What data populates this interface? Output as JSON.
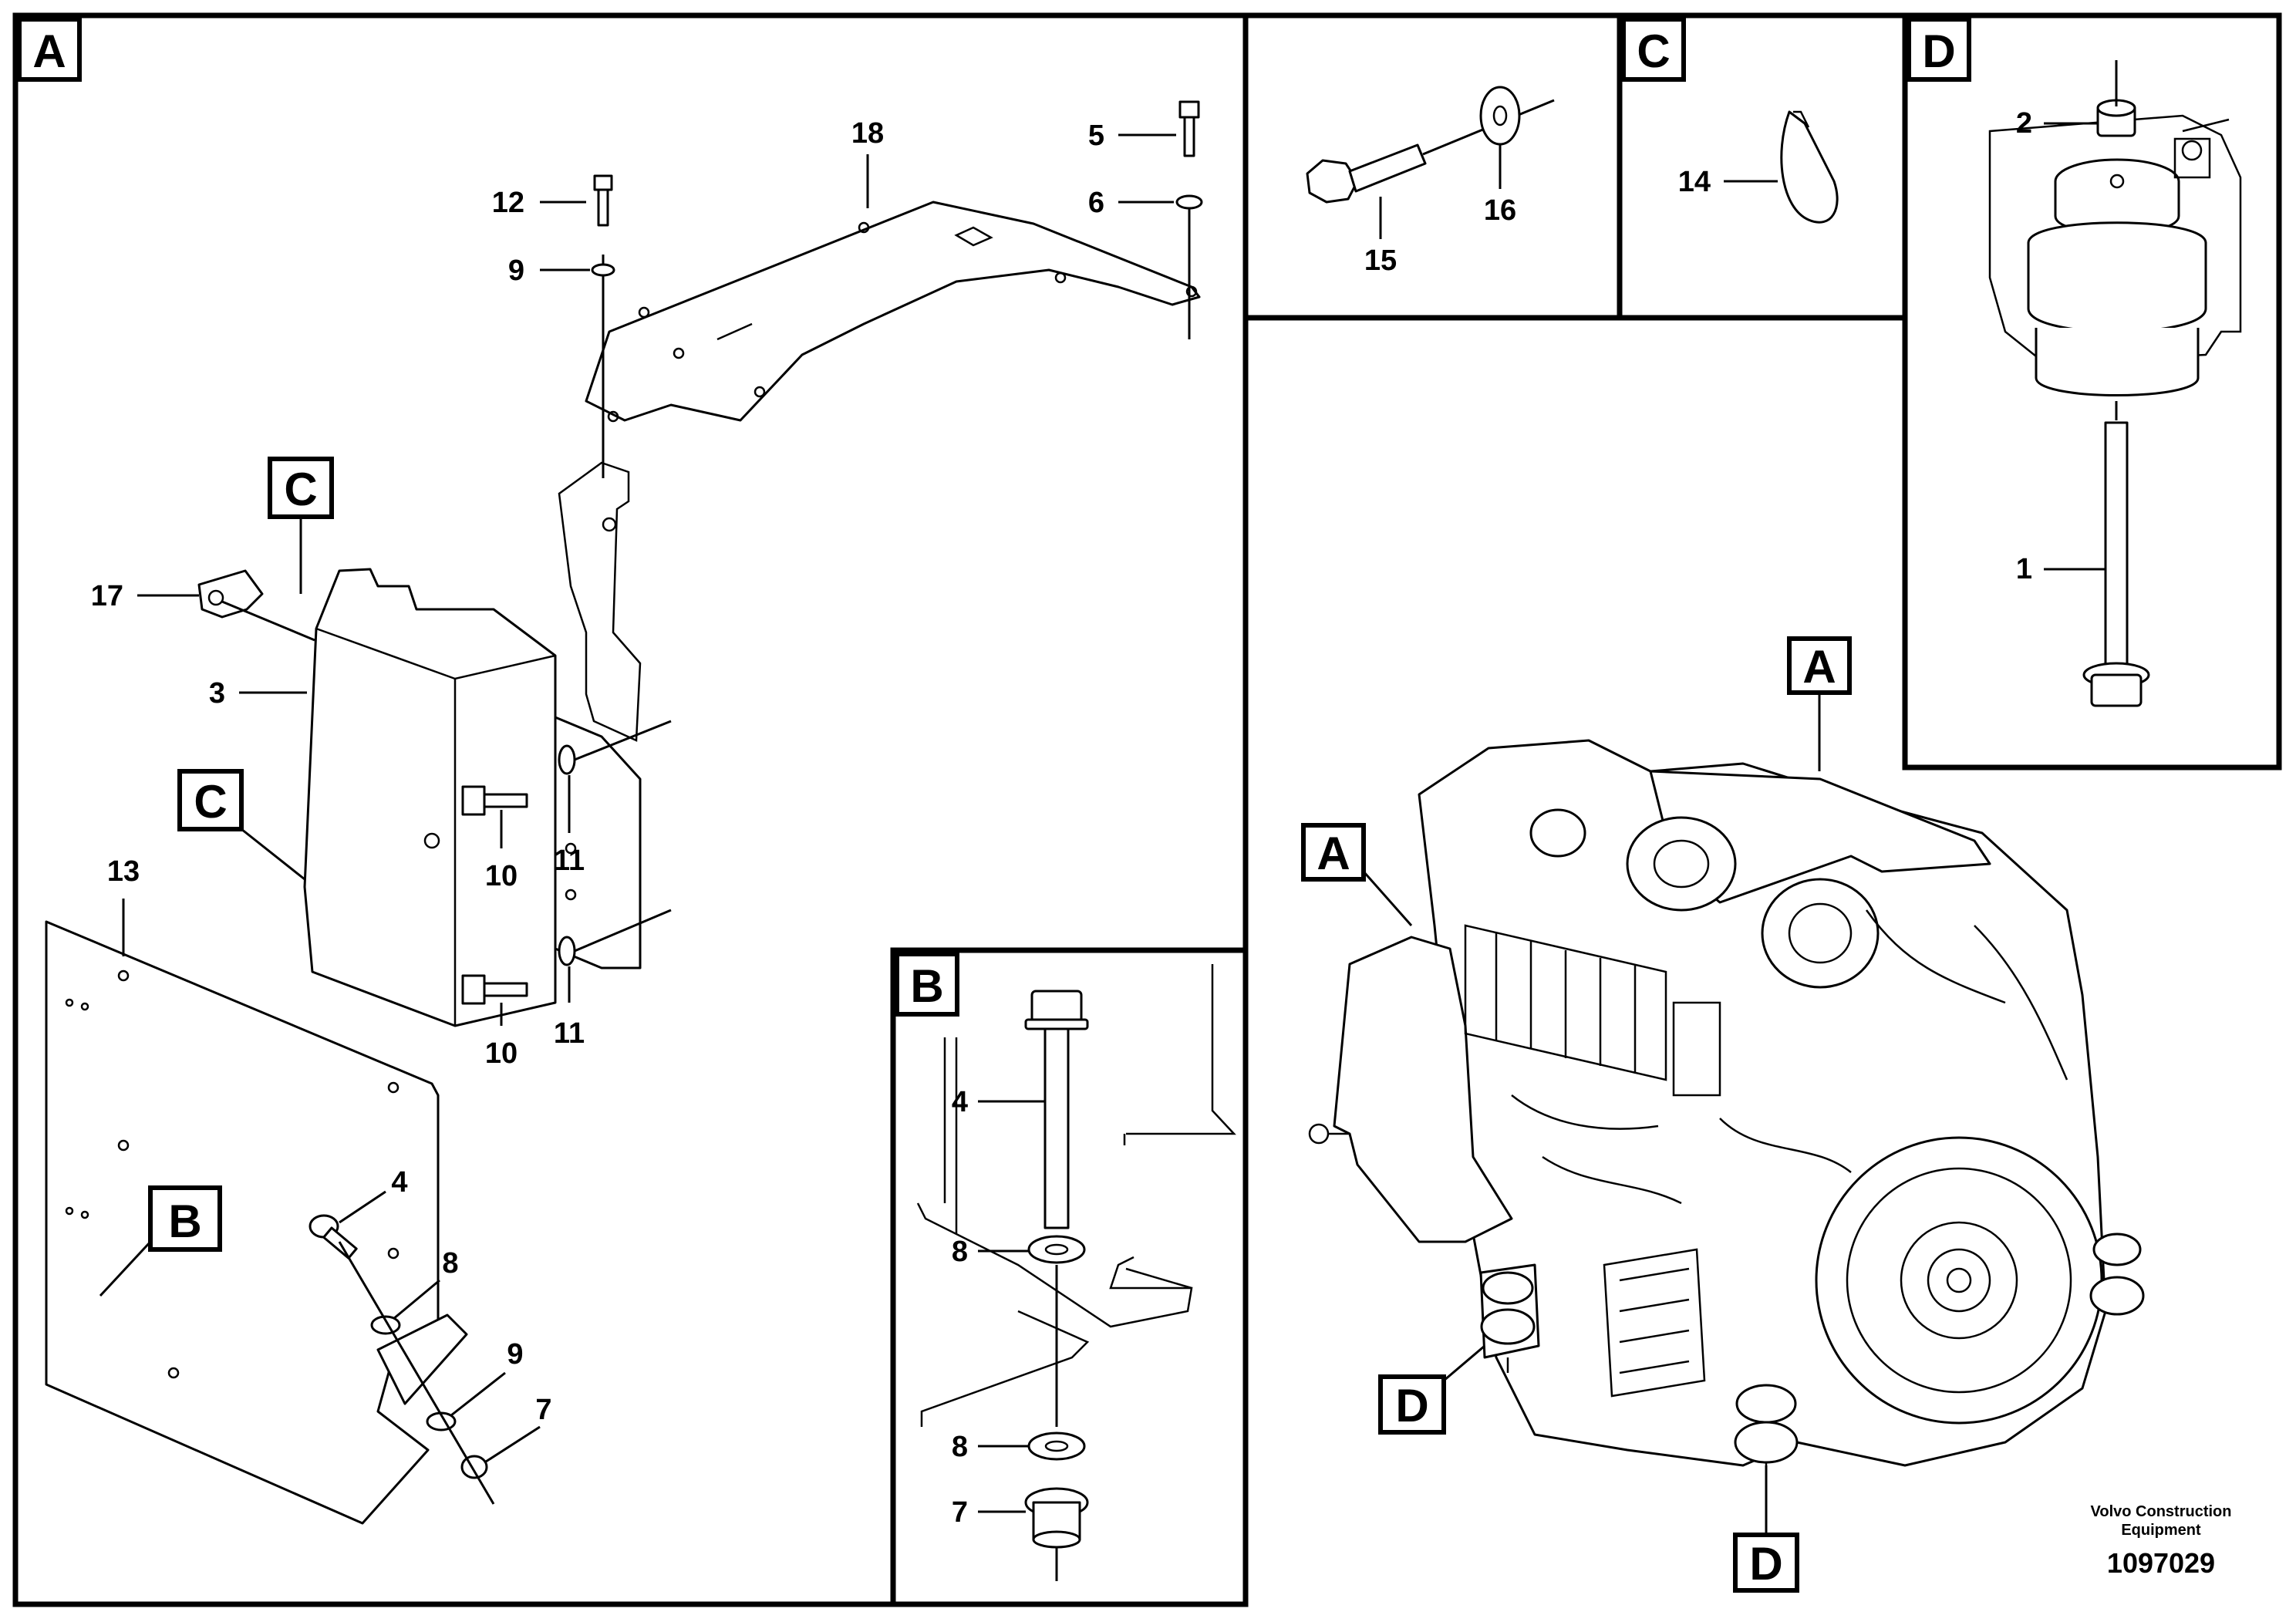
{
  "views": {
    "A": {
      "label": "A"
    },
    "B": {
      "label": "B"
    },
    "C": {
      "label": "C"
    },
    "D": {
      "label": "D"
    }
  },
  "callouts": {
    "view_a": [
      "18",
      "12",
      "9",
      "5",
      "6",
      "17",
      "3",
      "10",
      "11",
      "11",
      "10",
      "13",
      "4",
      "8",
      "9",
      "7"
    ],
    "view_b": [
      "4",
      "8",
      "8",
      "7"
    ],
    "view_c": [
      "15",
      "16",
      "14"
    ],
    "view_d": [
      "2",
      "1"
    ]
  },
  "reference_tags": {
    "view_a": [
      "C",
      "C",
      "B"
    ],
    "overview": [
      "A",
      "A",
      "D",
      "D"
    ]
  },
  "footer": {
    "company": "Volvo Construction Equipment",
    "drawing_number": "1097029"
  }
}
